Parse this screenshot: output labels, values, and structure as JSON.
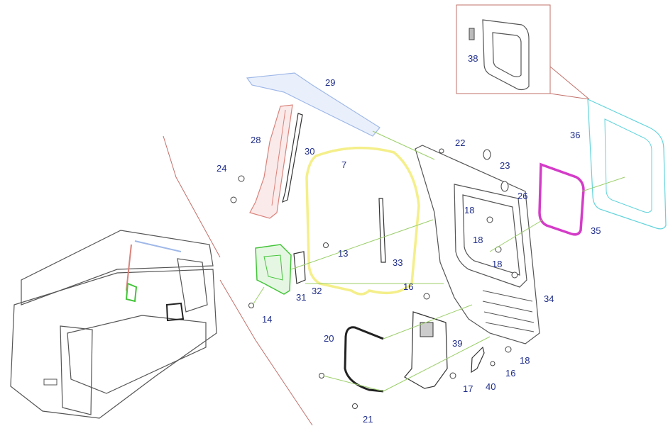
{
  "colors": {
    "callout_text": "#1f2d8a",
    "leader": "#9ccf6a",
    "seal_7": "#f4ef8a",
    "rail_29": "#9fb8e8",
    "pillar_28": "#d9837b",
    "bracket_31": "#44c43a",
    "seal_35": "#d43cc8",
    "glass_36": "#62d4dc",
    "inset_frame": "#c2706a"
  },
  "callouts": [
    {
      "id": "7",
      "label": "7"
    },
    {
      "id": "13",
      "label": "13"
    },
    {
      "id": "14",
      "label": "14"
    },
    {
      "id": "16a",
      "label": "16"
    },
    {
      "id": "16b",
      "label": "16"
    },
    {
      "id": "17",
      "label": "17"
    },
    {
      "id": "18a",
      "label": "18"
    },
    {
      "id": "18b",
      "label": "18"
    },
    {
      "id": "18c",
      "label": "18"
    },
    {
      "id": "18d",
      "label": "18"
    },
    {
      "id": "20",
      "label": "20"
    },
    {
      "id": "21",
      "label": "21"
    },
    {
      "id": "22",
      "label": "22"
    },
    {
      "id": "23",
      "label": "23"
    },
    {
      "id": "24",
      "label": "24"
    },
    {
      "id": "26",
      "label": "26"
    },
    {
      "id": "28",
      "label": "28"
    },
    {
      "id": "29",
      "label": "29"
    },
    {
      "id": "30",
      "label": "30"
    },
    {
      "id": "31",
      "label": "31"
    },
    {
      "id": "32",
      "label": "32"
    },
    {
      "id": "33",
      "label": "33"
    },
    {
      "id": "34",
      "label": "34"
    },
    {
      "id": "35",
      "label": "35"
    },
    {
      "id": "36",
      "label": "36"
    },
    {
      "id": "38",
      "label": "38"
    },
    {
      "id": "39",
      "label": "39"
    },
    {
      "id": "40",
      "label": "40"
    }
  ]
}
